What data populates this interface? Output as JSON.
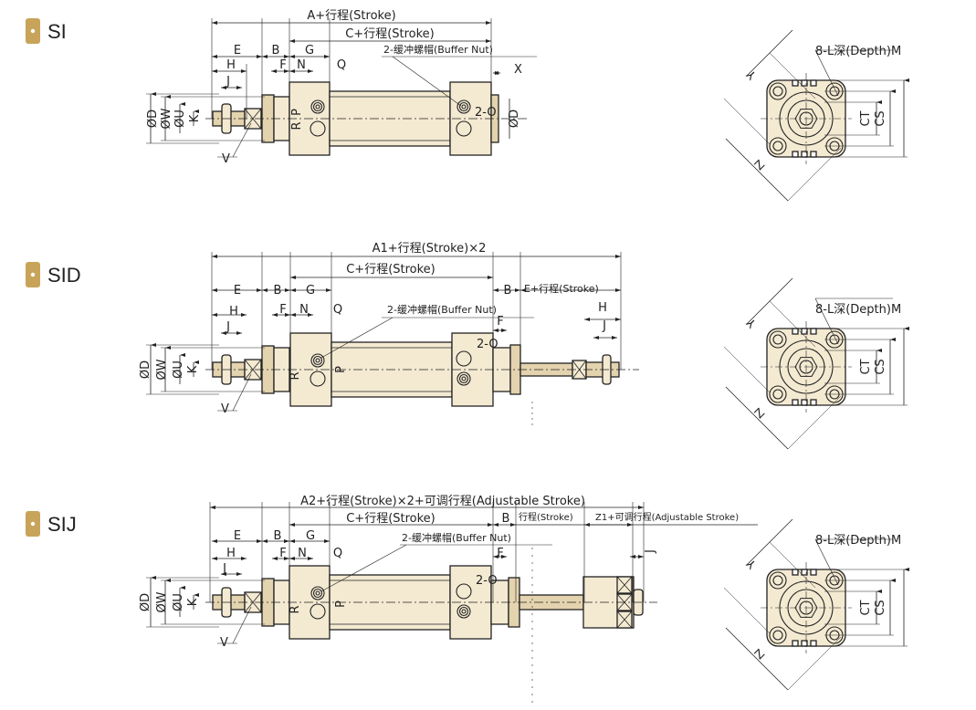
{
  "colors": {
    "tab": "#c8a45a",
    "body": "#f4ead2",
    "gland": "#e3d3ae",
    "stroke": "#222222"
  },
  "sections": [
    {
      "label": "SI",
      "a": "A+行程(Stroke)",
      "c": "C+行程(Stroke)",
      "e": "E",
      "b": "B",
      "g": "G",
      "h": "H",
      "f": "F",
      "n": "N",
      "q": "Q",
      "j": "J",
      "buffer": "2-缓冲螺帽(Buffer Nut)",
      "x": "X",
      "od": "ØD",
      "ow": "ØW",
      "ou": "ØU",
      "k": "K",
      "p": "P",
      "r": "R",
      "o": "2-O",
      "od_right": "ØD",
      "v": "V",
      "end": {
        "depth": "8-L深(Depth)M",
        "y": "Y",
        "z": "Z",
        "ct": "CT",
        "cs": "CS"
      }
    },
    {
      "label": "SID",
      "a": "A1+行程(Stroke)×2",
      "c": "C+行程(Stroke)",
      "e": "E",
      "b": "B",
      "g": "G",
      "h": "H",
      "f": "F",
      "n": "N",
      "q": "Q",
      "j": "J",
      "b2": "B",
      "e2": "E+行程(Stroke)",
      "h2": "H",
      "j2": "J",
      "f2": "F",
      "buffer": "2-缓冲螺帽(Buffer Nut)",
      "od": "ØD",
      "ow": "ØW",
      "ou": "ØU",
      "k": "K",
      "p": "P",
      "r": "R",
      "o": "2-O",
      "v": "V",
      "end": {
        "depth": "8-L深(Depth)M",
        "y": "Y",
        "z": "Z",
        "ct": "CT",
        "cs": "CS"
      }
    },
    {
      "label": "SIJ",
      "a": "A2+行程(Stroke)×2+可调行程(Adjustable Stroke)",
      "c": "C+行程(Stroke)",
      "e": "E",
      "b": "B",
      "g": "G",
      "h": "H",
      "f": "F",
      "n": "N",
      "q": "Q",
      "j": "J",
      "b2": "B",
      "stroke2": "行程(Stroke)",
      "z1": "Z1+可调行程(Adjustable Stroke)",
      "f2": "F",
      "j2": "J",
      "buffer": "2-缓冲螺帽(Buffer Nut)",
      "od": "ØD",
      "ow": "ØW",
      "ou": "ØU",
      "k": "K",
      "p": "P",
      "r": "R",
      "o": "2-O",
      "v": "V",
      "end": {
        "depth": "8-L深(Depth)M",
        "y": "Y",
        "z": "Z",
        "ct": "CT",
        "cs": "CS"
      }
    }
  ]
}
